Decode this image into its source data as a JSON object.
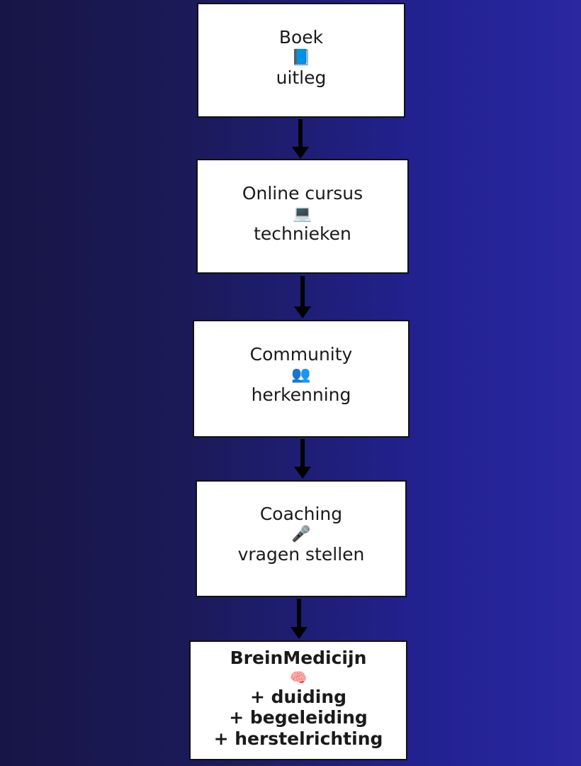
{
  "background": {
    "gradient_from": "#171546",
    "gradient_to": "#2a27a0",
    "direction": "horizontal-left-to-right"
  },
  "diagram": {
    "type": "vertical-flowchart",
    "orientation": "top-to-bottom",
    "node_border_color": "#111111",
    "node_fill_color": "#ffffff",
    "arrow_color": "#000000",
    "nodes": [
      {
        "id": "boek",
        "title": "Boek",
        "icon": "blue-book-emoji",
        "icon_glyph": "📘",
        "subtitle": "uitleg",
        "bold": false
      },
      {
        "id": "online-cursus",
        "title": "Online cursus",
        "icon": "laptop-emoji",
        "icon_glyph": "💻",
        "subtitle": "technieken",
        "bold": false
      },
      {
        "id": "community",
        "title": "Community",
        "icon": "busts-in-silhouette-emoji",
        "icon_glyph": "👥",
        "subtitle": "herkenning",
        "bold": false
      },
      {
        "id": "coaching",
        "title": "Coaching",
        "icon": "microphone-emoji",
        "icon_glyph": "🎤",
        "subtitle": "vragen stellen",
        "bold": false
      },
      {
        "id": "breinmedicijn",
        "title": "BreinMedicijn",
        "icon": "brain-emoji",
        "icon_glyph": "🧠",
        "subtitle_lines": [
          "+ duiding",
          "+ begeleiding",
          "+ herstelrichting"
        ],
        "bold": true
      }
    ],
    "connectors": [
      {
        "id": "arrow-boek-to-cursus",
        "from": "boek",
        "to": "online-cursus",
        "style": "down-arrow"
      },
      {
        "id": "arrow-cursus-to-community",
        "from": "online-cursus",
        "to": "community",
        "style": "down-arrow"
      },
      {
        "id": "arrow-community-to-coaching",
        "from": "community",
        "to": "coaching",
        "style": "down-arrow"
      },
      {
        "id": "arrow-coaching-to-brein",
        "from": "coaching",
        "to": "breinmedicijn",
        "style": "down-arrow"
      }
    ]
  }
}
